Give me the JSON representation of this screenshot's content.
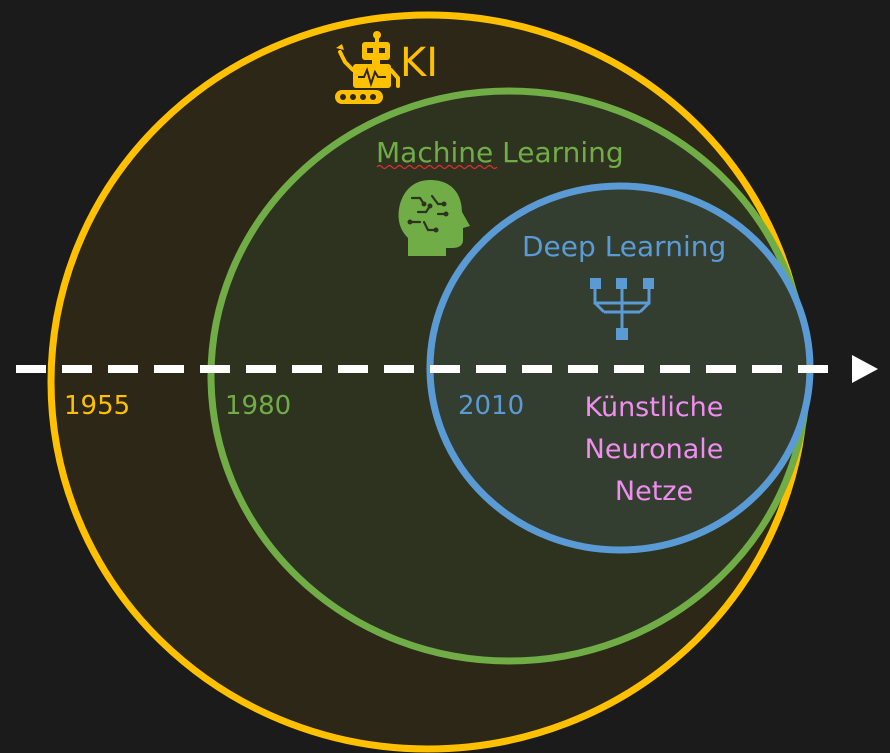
{
  "diagram": {
    "outer": {
      "title": "KI",
      "year": "1955",
      "color": "#ffc000",
      "icon": "robot-icon"
    },
    "middle": {
      "title_part1": "Machine",
      "title_part2": " Learning",
      "year": "1980",
      "color": "#70ad47",
      "icon": "brain-head-icon"
    },
    "inner": {
      "title": "Deep Learning",
      "year": "2010",
      "color": "#5b9bd5",
      "icon": "hierarchy-icon"
    },
    "note": {
      "line1": "Künstliche",
      "line2": "Neuronale",
      "line3": "Netze",
      "color": "#f08ef0"
    },
    "timeline": {
      "color": "#ffffff",
      "arrow_icon": "arrow-right-icon"
    }
  }
}
